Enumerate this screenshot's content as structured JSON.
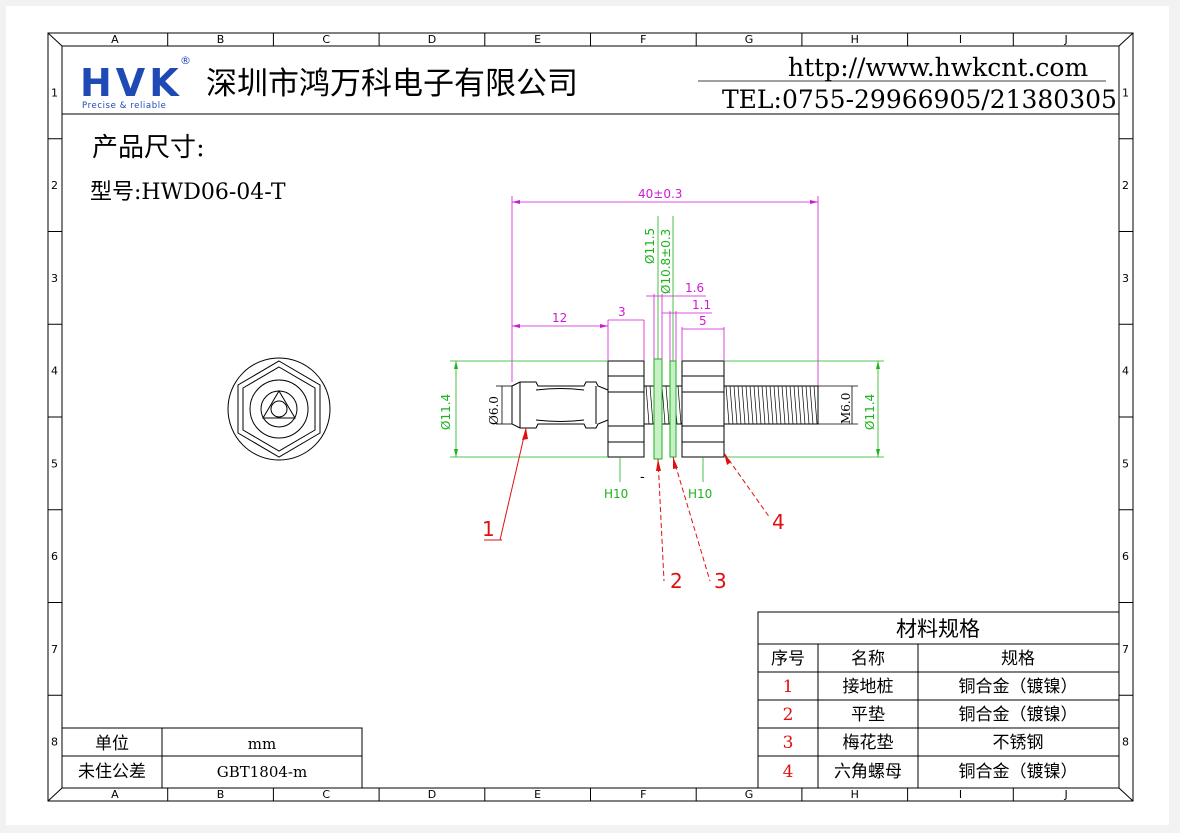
{
  "header": {
    "logo_text": "HVK",
    "logo_mark": "®",
    "logo_tagline": "Precise & reliable",
    "company_name": "深圳市鸿万科电子有限公司",
    "website": "http://www.hwkcnt.com",
    "phone": "TEL:0755-29966905/21380305"
  },
  "frame": {
    "columns": [
      "A",
      "B",
      "C",
      "D",
      "E",
      "F",
      "G",
      "H",
      "I",
      "J"
    ],
    "rows": [
      "1",
      "2",
      "3",
      "4",
      "5",
      "6",
      "7",
      "8"
    ]
  },
  "product": {
    "heading": "产品尺寸:",
    "model": "型号:HWD06-04-T"
  },
  "dimensions": {
    "overall_length": "40±0.3",
    "washer_od": "Ø11.5",
    "lock_washer_od": "Ø10.8±0.3",
    "washer_thickness": "1.6",
    "lock_washer_thickness": "1.1",
    "nut_thickness": "5",
    "head_length": "12",
    "gap": "3",
    "left_diameter": "Ø11.4",
    "shaft_diameter": "Ø6.0",
    "thread": "M6.0",
    "right_diameter": "Ø11.4",
    "nut_label_left": "H10",
    "nut_label_right": "H10",
    "minus_mark": "-"
  },
  "callouts": [
    "1",
    "2",
    "3",
    "4"
  ],
  "materials_table": {
    "title": "材料规格",
    "headers": [
      "序号",
      "名称",
      "规格"
    ],
    "rows": [
      {
        "no": "1",
        "name": "接地桩",
        "spec": "铜合金（镀镍）"
      },
      {
        "no": "2",
        "name": "平垫",
        "spec": "铜合金（镀镍）"
      },
      {
        "no": "3",
        "name": "梅花垫",
        "spec": "不锈钢"
      },
      {
        "no": "4",
        "name": "六角螺母",
        "spec": "铜合金（镀镍）"
      }
    ]
  },
  "info_table": {
    "rows": [
      {
        "label": "单位",
        "value": "mm"
      },
      {
        "label": "未住公差",
        "value": "GBT1804-m"
      }
    ]
  },
  "colors": {
    "dimension": "#d11ad1",
    "diameter": "#1db31d",
    "callout": "#e01010",
    "logo": "#1f49b5"
  }
}
